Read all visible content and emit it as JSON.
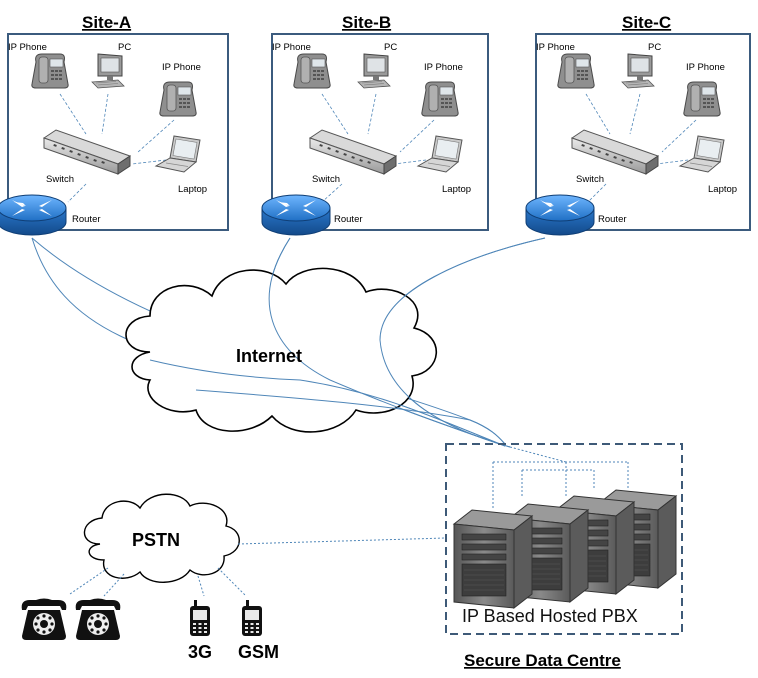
{
  "sites": [
    {
      "title": "Site-A",
      "ip_phone_1": "IP Phone",
      "pc": "PC",
      "ip_phone_2": "IP Phone",
      "switch": "Switch",
      "laptop": "Laptop",
      "router": "Router"
    },
    {
      "title": "Site-B",
      "ip_phone_1": "IP Phone",
      "pc": "PC",
      "ip_phone_2": "IP Phone",
      "switch": "Switch",
      "laptop": "Laptop",
      "router": "Router"
    },
    {
      "title": "Site-C",
      "ip_phone_1": "IP Phone",
      "pc": "PC",
      "ip_phone_2": "IP Phone",
      "switch": "Switch",
      "laptop": "Laptop",
      "router": "Router"
    }
  ],
  "internet": {
    "label": "Internet"
  },
  "pstn": {
    "label": "PSTN"
  },
  "mobiles": {
    "label_3g": "3G",
    "label_gsm": "GSM"
  },
  "datacentre": {
    "pbx_label": "IP Based Hosted PBX",
    "title": "Secure Data Centre"
  },
  "colors": {
    "site_border": "#3b5b7e",
    "link": "#4f86b8",
    "router": "#2f7fd0",
    "dashed_border": "#3e5a78"
  },
  "icons": [
    "ip-phone-icon",
    "pc-icon",
    "switch-icon",
    "laptop-icon",
    "router-icon",
    "cloud-icon",
    "server-icon",
    "desk-phone-icon",
    "mobile-phone-icon"
  ]
}
